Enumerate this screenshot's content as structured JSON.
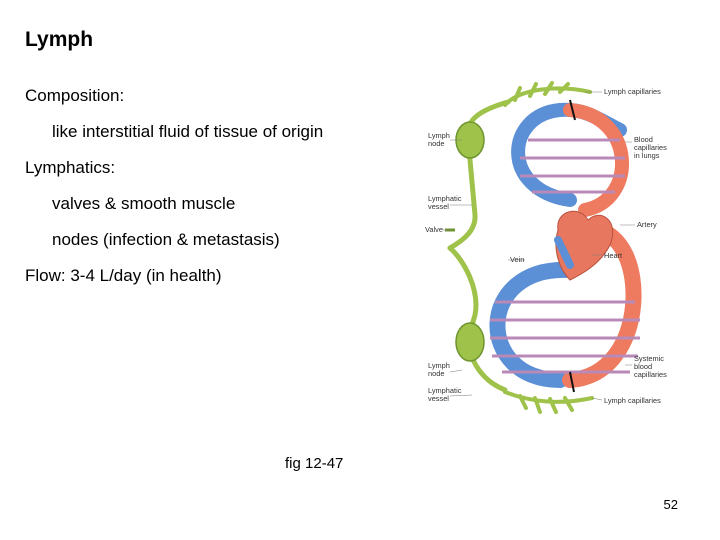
{
  "slide": {
    "title": "Lymph",
    "body": [
      {
        "text": "Composition:",
        "level": 0
      },
      {
        "text": "like interstitial fluid of tissue of origin",
        "level": 1
      },
      {
        "text": "Lymphatics:",
        "level": 0
      },
      {
        "text": "valves & smooth muscle",
        "level": 1
      },
      {
        "text": "nodes (infection & metastasis)",
        "level": 1
      },
      {
        "text": "Flow: 3-4 L/day (in health)",
        "level": 0
      }
    ],
    "caption": "fig 12-47",
    "page_number": "52"
  },
  "diagram": {
    "labels": {
      "lymph_capillaries_top": "Lymph capillaries",
      "lymph_node_top_1": "Lymph",
      "lymph_node_top_2": "node",
      "blood_cap_lungs_1": "Blood",
      "blood_cap_lungs_2": "capillaries",
      "blood_cap_lungs_3": "in lungs",
      "lymphatic_vessel_top_1": "Lymphatic",
      "lymphatic_vessel_top_2": "vessel",
      "artery": "Artery",
      "valve": "Valve",
      "vein": "Vein",
      "heart": "Heart",
      "lymph_node_bottom_1": "Lymph",
      "lymph_node_bottom_2": "node",
      "systemic_cap_1": "Systemic",
      "systemic_cap_2": "blood",
      "systemic_cap_3": "capillaries",
      "lymphatic_vessel_bottom_1": "Lymphatic",
      "lymphatic_vessel_bottom_2": "vessel",
      "lymph_capillaries_bottom": "Lymph capillaries"
    },
    "colors": {
      "venous": "#5b8fd6",
      "arterial": "#ee7a60",
      "mixed": "#b98ab8",
      "lymphatic": "#9fc24a",
      "lymphatic_dark": "#6f9530",
      "heart": "#e8775f",
      "flow_arrow": "#111111"
    }
  }
}
